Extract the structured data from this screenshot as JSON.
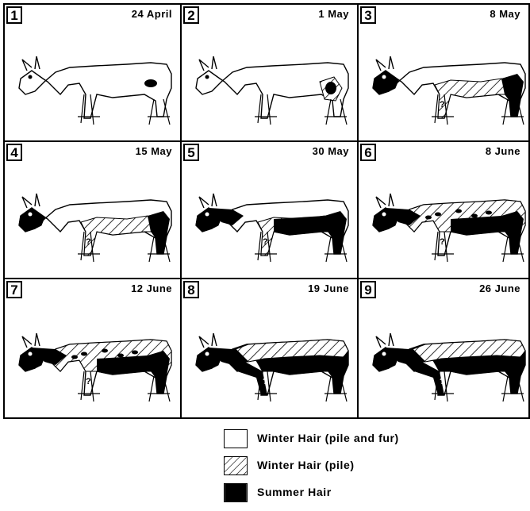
{
  "panels": [
    {
      "number": "1",
      "date": "24 April",
      "stage": 1
    },
    {
      "number": "2",
      "date": "1 May",
      "stage": 2
    },
    {
      "number": "3",
      "date": "8 May",
      "stage": 3
    },
    {
      "number": "4",
      "date": "15 May",
      "stage": 4
    },
    {
      "number": "5",
      "date": "30 May",
      "stage": 5
    },
    {
      "number": "6",
      "date": "8 June",
      "stage": 6
    },
    {
      "number": "7",
      "date": "12 June",
      "stage": 7
    },
    {
      "number": "8",
      "date": "19 June",
      "stage": 8
    },
    {
      "number": "9",
      "date": "26 June",
      "stage": 9
    }
  ],
  "unknown_mark": "?",
  "legend": [
    {
      "key": "winter-fur",
      "label": "Winter Hair (pile and fur)",
      "fill": "#ffffff"
    },
    {
      "key": "winter-pile",
      "label": "Winter Hair (pile)",
      "fill": "hatch"
    },
    {
      "key": "summer",
      "label": "Summer Hair",
      "fill": "#000000"
    }
  ]
}
